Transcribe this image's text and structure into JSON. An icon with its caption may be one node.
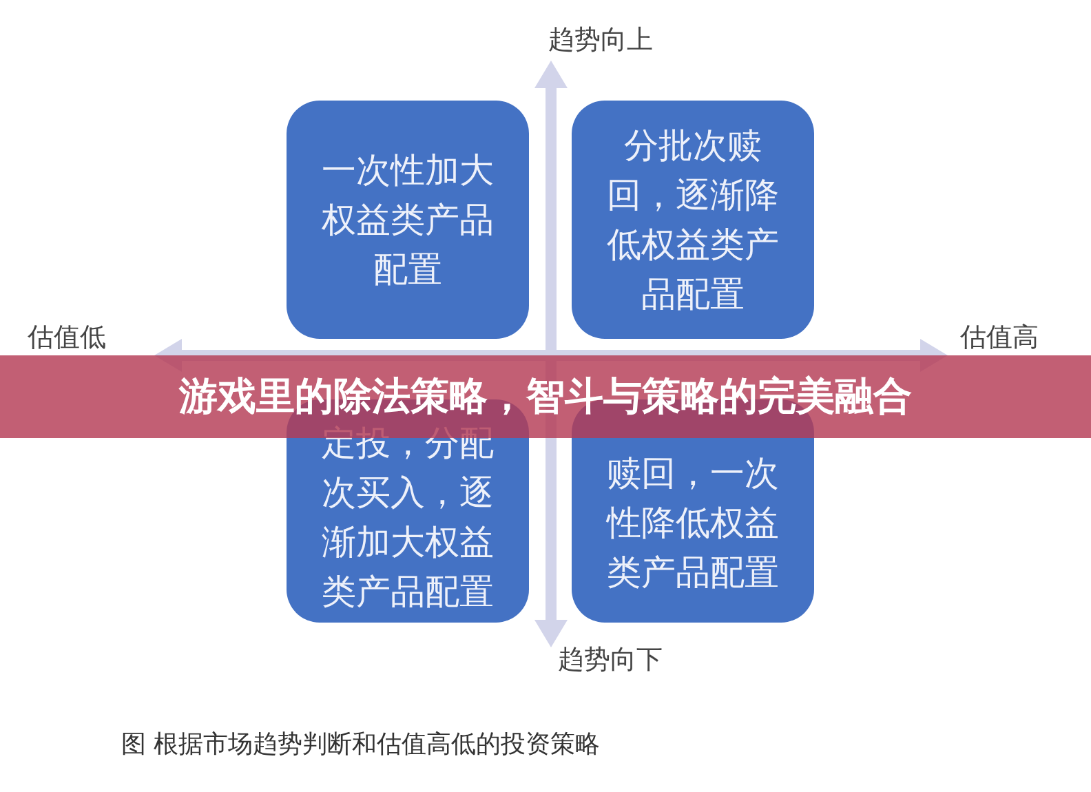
{
  "diagram": {
    "title": "游戏里的除法策略，智斗与策略的完美融合",
    "caption": "图 根据市场趋势判断和估值高低的投资策略",
    "nodes": [
      {
        "text": [
          "一次性加大权益类产品配置"
        ]
      },
      {
        "text": [
          "分批次赎回，逐渐降低权益类产品配置"
        ]
      },
      {
        "text": [
          "定投，分配次买入，逐渐加大权益类产品配置"
        ]
      },
      {
        "text": [
          "赎回，一次性降低权益类产品配置"
        ]
      }
    ],
    "labels": [
      "趋势向上",
      "估值低",
      "估值高",
      "趋势向下"
    ]
  }
}
